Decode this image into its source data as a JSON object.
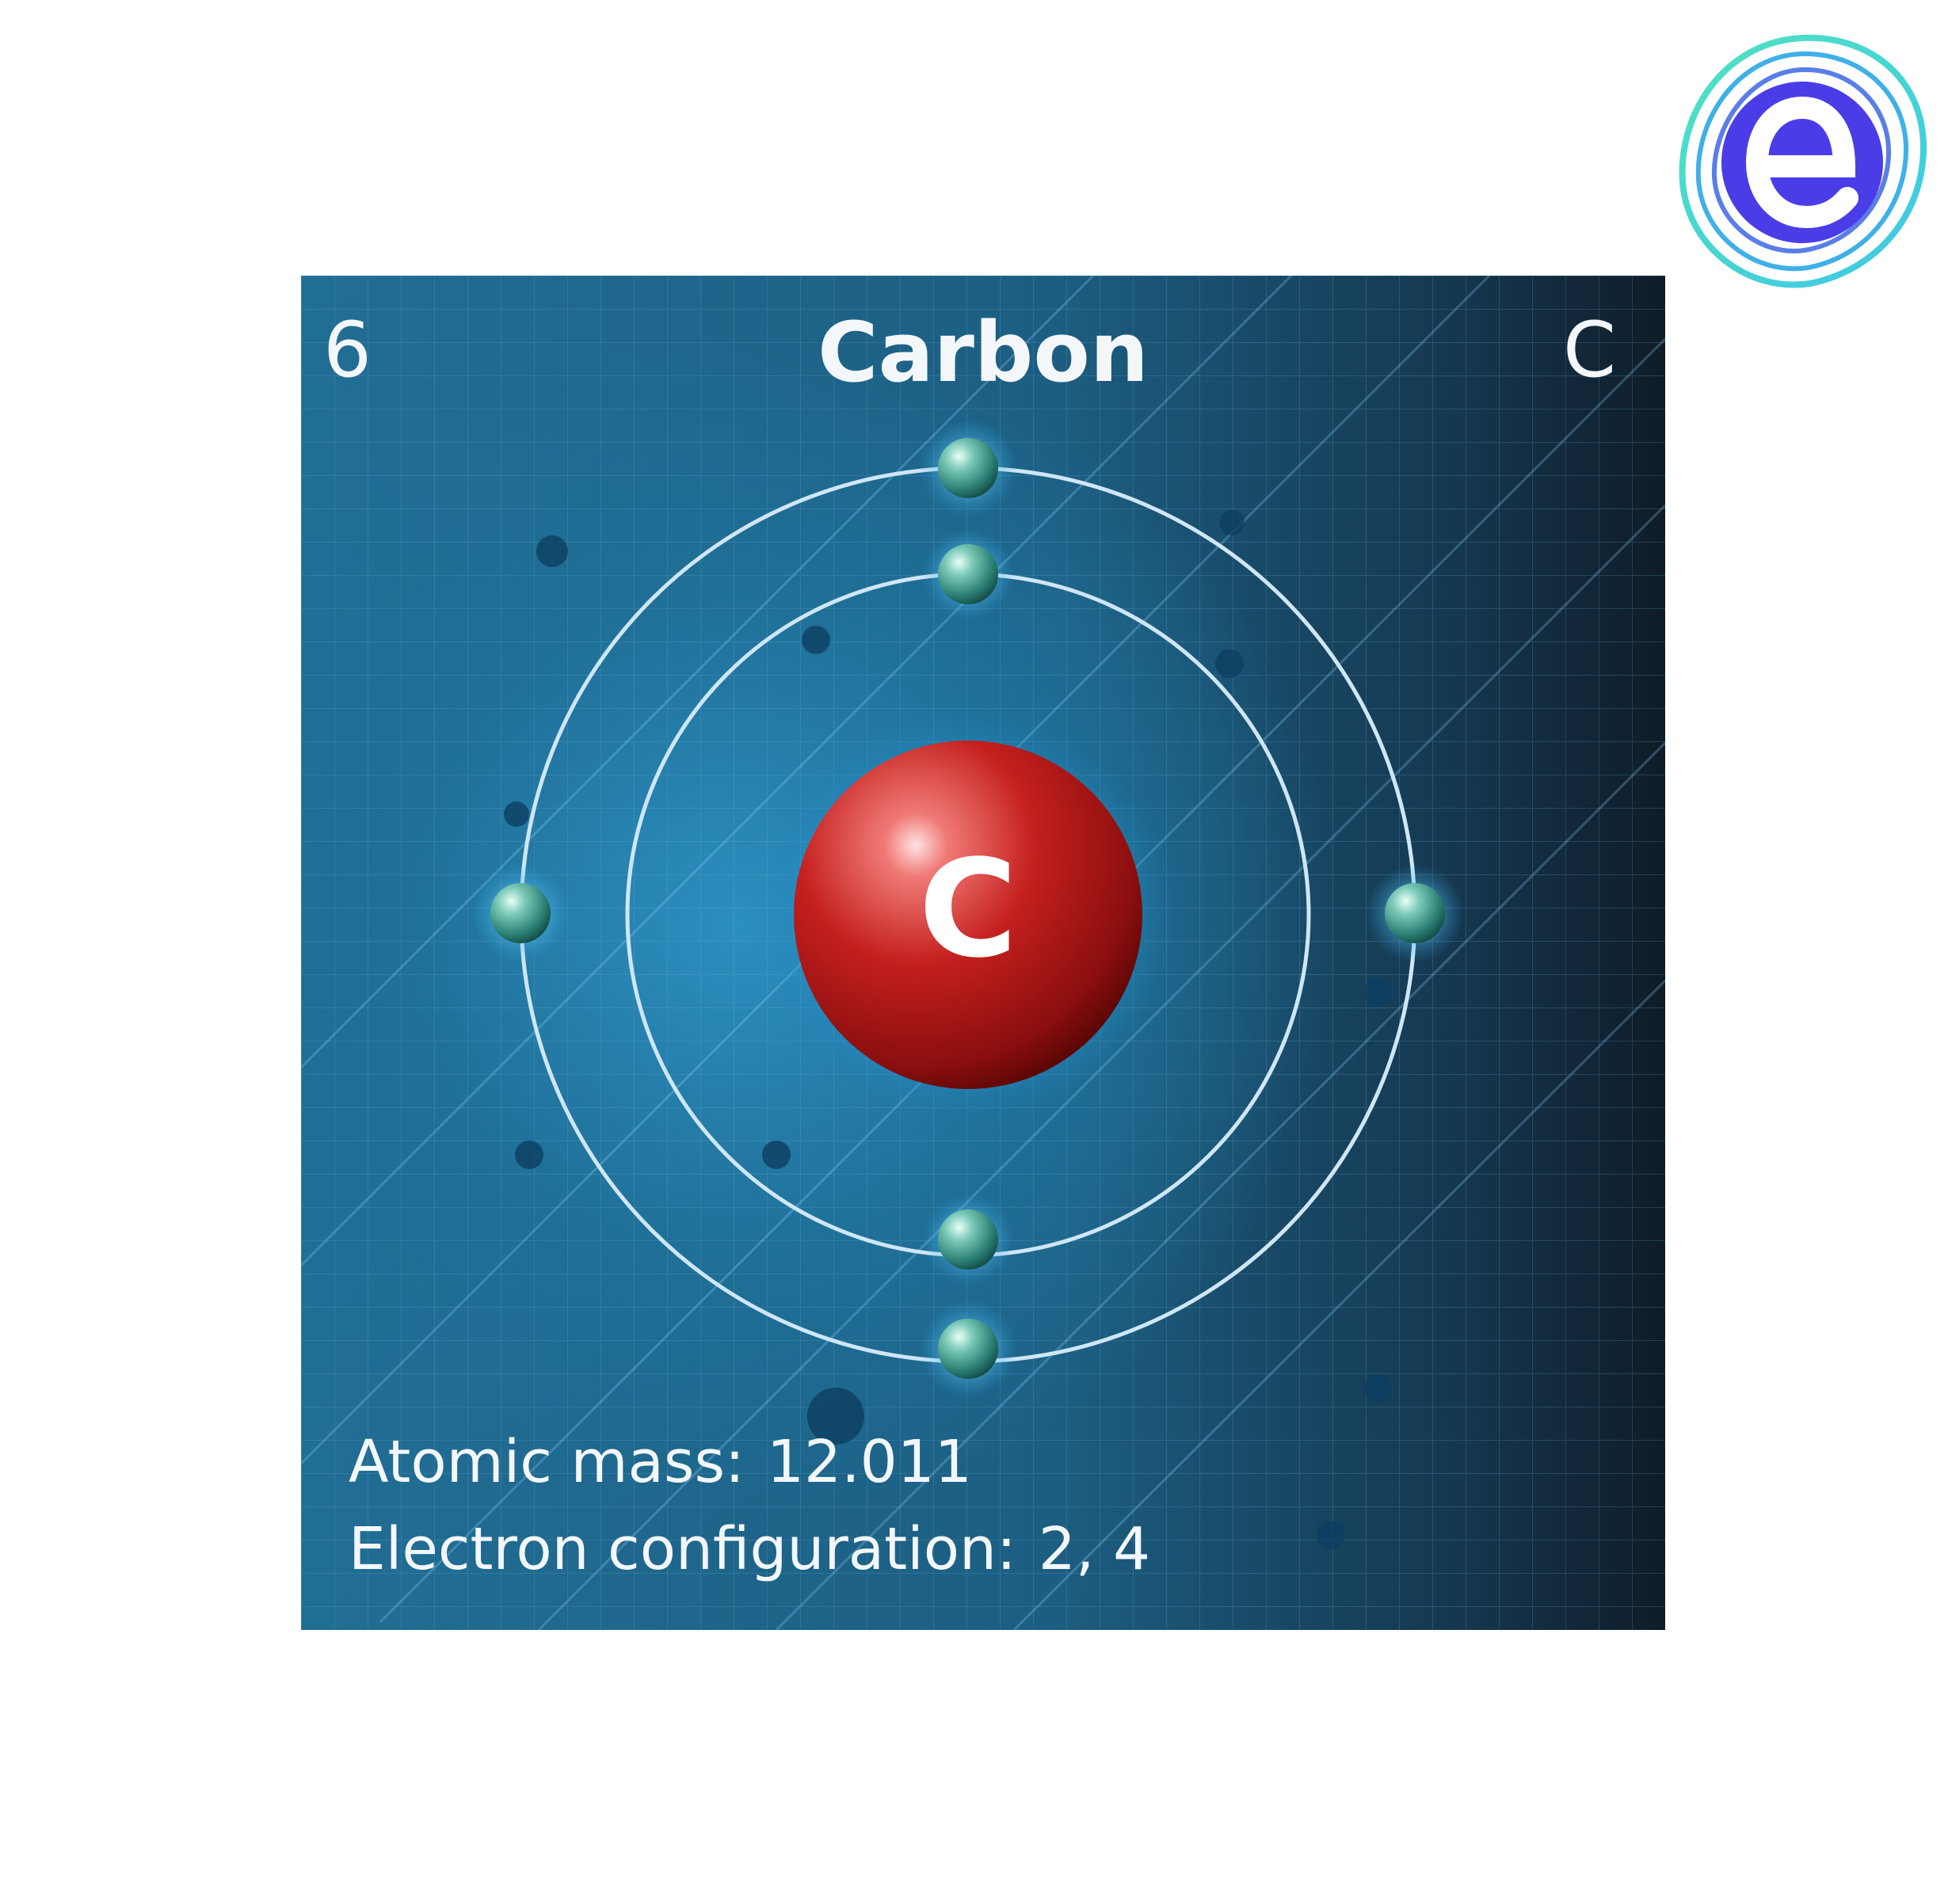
{
  "element": {
    "atomic_number": "6",
    "name": "Carbon",
    "symbol": "C",
    "nucleus_label": "C",
    "atomic_mass_label": "Atomic mass:",
    "atomic_mass_value": "12.011",
    "electron_configuration_label": "Electron configuration:",
    "electron_configuration_value": "2, 4"
  },
  "shells": [
    {
      "name": "inner-shell",
      "electrons": 2
    },
    {
      "name": "outer-shell",
      "electrons": 4
    }
  ],
  "colors": {
    "nucleus": "#b8191a",
    "electron": "#2f8f86",
    "orbit": "#cfe6f5",
    "logo_outer": "#3de0c0",
    "logo_inner": "#4a3de8"
  },
  "logo": {
    "icon": "e-logo-icon"
  }
}
